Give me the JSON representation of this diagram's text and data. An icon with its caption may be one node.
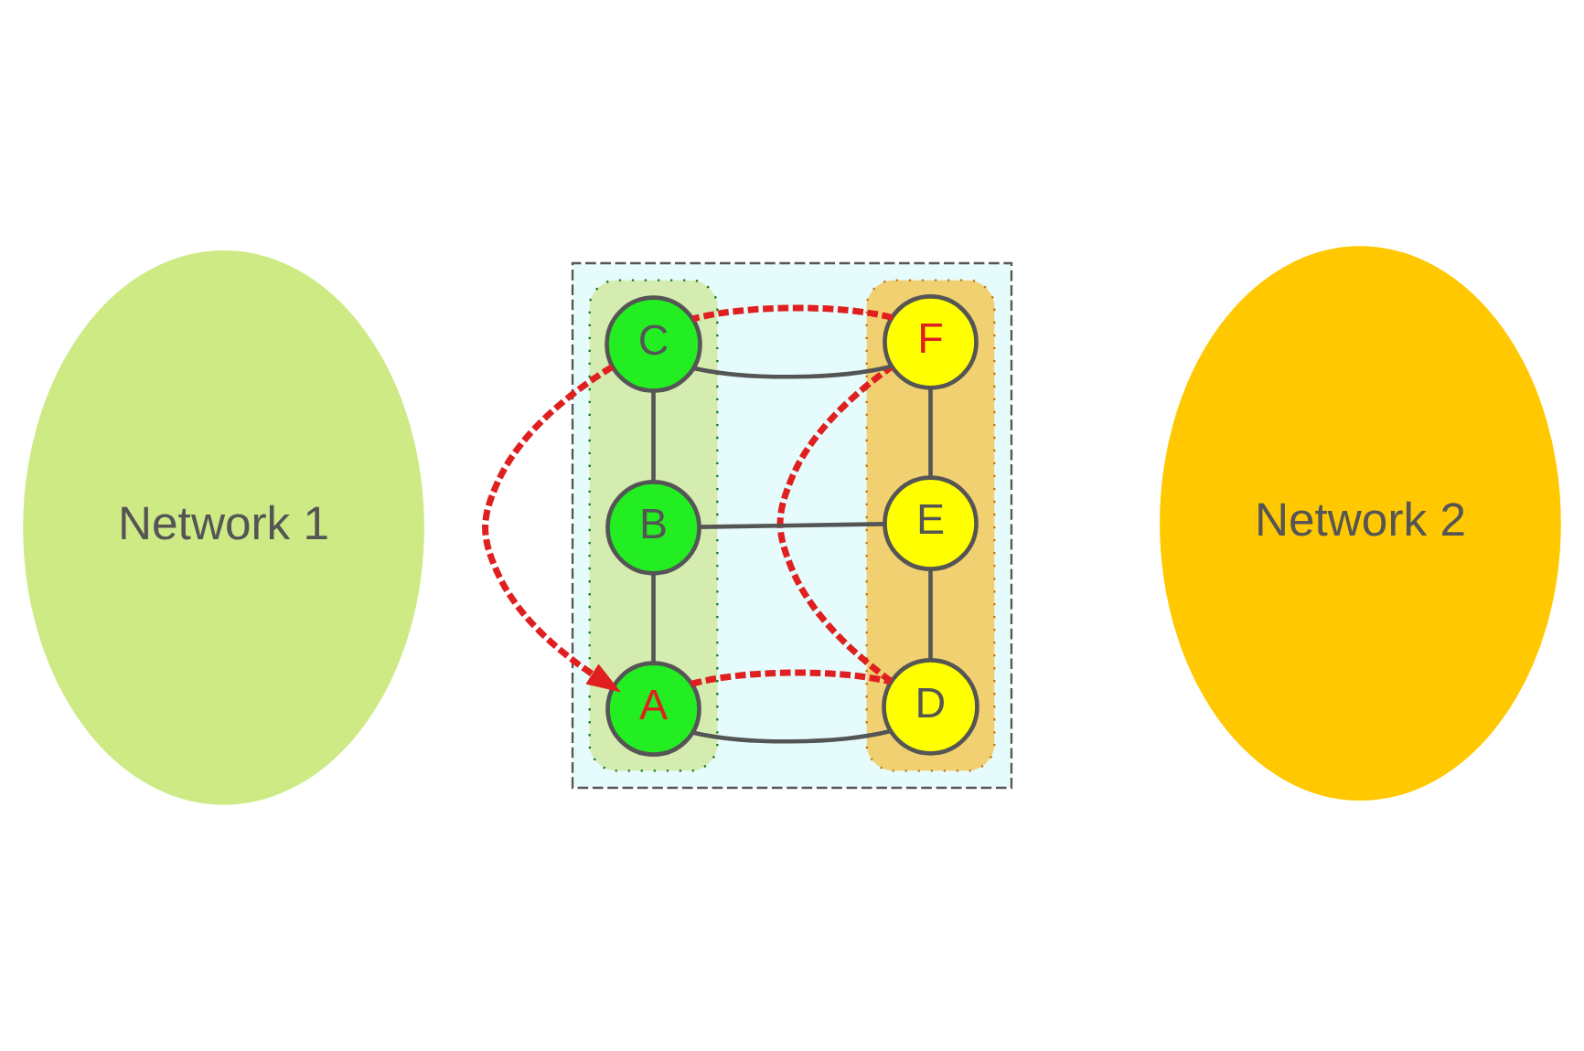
{
  "diagram": {
    "nodes": [
      {
        "text": [
          "Network 1"
        ]
      },
      {
        "text": [
          "Network 2"
        ]
      },
      {
        "text": [],
        "shape": "box"
      },
      {
        "text": [],
        "shape": "ellipse",
        "in": 2
      },
      {
        "text": [],
        "shape": "ellipse",
        "in": 2
      },
      {
        "text": [
          "A"
        ],
        "in": 3
      },
      {
        "text": [
          "B"
        ],
        "in": 3
      },
      {
        "text": [
          "C"
        ],
        "in": 3
      },
      {
        "text": [
          "D"
        ],
        "in": 4
      },
      {
        "text": [
          "E"
        ],
        "in": 4
      },
      {
        "text": [
          "F"
        ],
        "in": 4
      }
    ],
    "edges": [
      {
        "from": 5,
        "to": 6,
        "arrow": "none"
      },
      {
        "from": 6,
        "to": 7,
        "arrow": "none"
      },
      {
        "from": 5,
        "to": 8,
        "arrow": "none"
      },
      {
        "from": 6,
        "to": 9,
        "arrow": "none"
      },
      {
        "from": 7,
        "to": 10,
        "arrow": "none"
      },
      {
        "from": 8,
        "to": 9,
        "arrow": "none"
      },
      {
        "from": 9,
        "to": 10,
        "arrow": "none"
      },
      {
        "from": 5,
        "to": 8,
        "arrow": "none",
        "style": "dashed",
        "color": "#e02020"
      },
      {
        "from": 8,
        "to": 10,
        "arrow": "none",
        "style": "dashed",
        "color": "#e02020"
      },
      {
        "from": 10,
        "to": 7,
        "arrow": "none",
        "style": "dashed",
        "color": "#e02020"
      },
      {
        "from": 7,
        "to": 5,
        "arrow": "to",
        "style": "dashed",
        "color": "#e02020"
      }
    ]
  }
}
